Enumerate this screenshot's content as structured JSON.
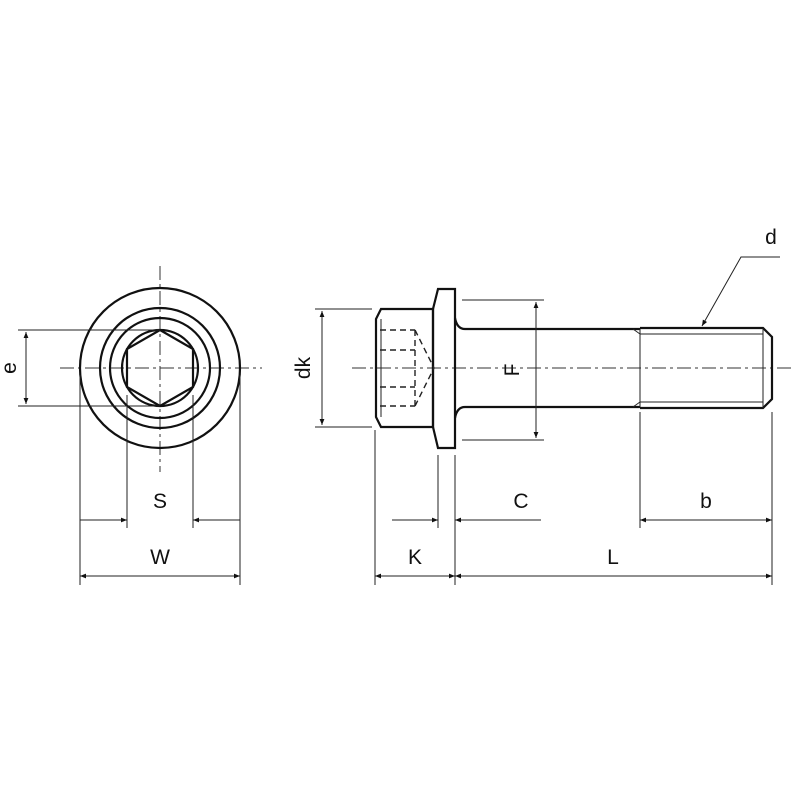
{
  "title": "Flange socket head cap screw dimension drawing",
  "labels": {
    "e": "e",
    "S": "S",
    "W": "W",
    "dk": "dk",
    "F": "F",
    "K": "K",
    "C": "C",
    "L": "L",
    "b": "b",
    "d": "d"
  },
  "colors": {
    "line": "#111111",
    "background": "#ffffff"
  }
}
